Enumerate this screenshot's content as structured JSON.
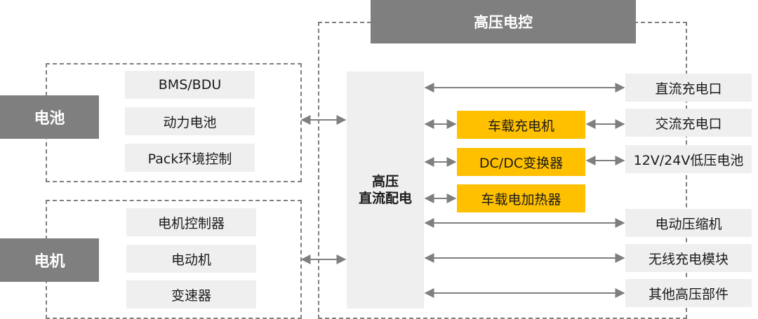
{
  "hv_control": {
    "title": "高压电控"
  },
  "battery": {
    "label": "电池",
    "items": [
      "BMS/BDU",
      "动力电池",
      "Pack环境控制"
    ]
  },
  "motor": {
    "label": "电机",
    "items": [
      "电机控制器",
      "电动机",
      "变速器"
    ]
  },
  "distribution": {
    "line1": "高压",
    "line2": "直流配电"
  },
  "onboard": [
    "车载充电机",
    "DC/DC变换器",
    "车载电加热器"
  ],
  "right_items": [
    "直流充电口",
    "交流充电口",
    "12V/24V低压电池",
    "电动压缩机",
    "无线充电模块",
    "其他高压部件"
  ],
  "colors": {
    "accent_yellow": "#ffc000",
    "dark_gray": "#7f7f7f",
    "light_gray": "#efefef"
  }
}
